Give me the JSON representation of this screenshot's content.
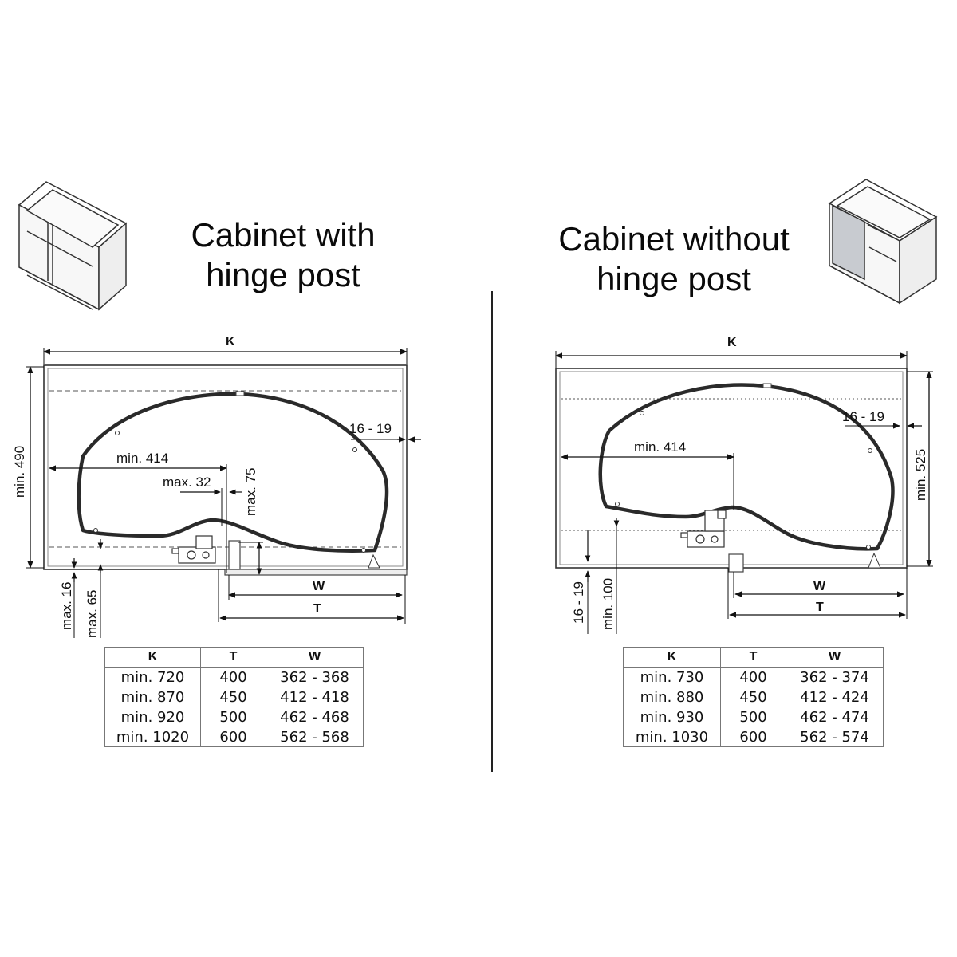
{
  "left": {
    "title_line1": "Cabinet with",
    "title_line2": "hinge post",
    "labels": {
      "K": "K",
      "min_490": "min. 490",
      "dim_16_19": "16 - 19",
      "min_414": "min. 414",
      "max_32": "max. 32",
      "max_75": "max. 75",
      "max_16": "max. 16",
      "max_65": "max. 65",
      "W": "W",
      "T": "T"
    },
    "table": {
      "headers": [
        "K",
        "T",
        "W"
      ],
      "rows": [
        [
          "min. 720",
          "400",
          "362 - 368"
        ],
        [
          "min. 870",
          "450",
          "412 - 418"
        ],
        [
          "min. 920",
          "500",
          "462 - 468"
        ],
        [
          "min. 1020",
          "600",
          "562 - 568"
        ]
      ]
    }
  },
  "right": {
    "title_line1": "Cabinet without",
    "title_line2": "hinge post",
    "labels": {
      "K": "K",
      "min_525": "min. 525",
      "dim_16_19": "16 - 19",
      "min_414": "min. 414",
      "side_16_19": "16 - 19",
      "min_100": "min. 100",
      "W": "W",
      "T": "T"
    },
    "table": {
      "headers": [
        "K",
        "T",
        "W"
      ],
      "rows": [
        [
          "min. 730",
          "400",
          "362 - 374"
        ],
        [
          "min. 880",
          "450",
          "412 - 424"
        ],
        [
          "min. 930",
          "500",
          "462 - 474"
        ],
        [
          "min. 1030",
          "600",
          "562 - 574"
        ]
      ]
    }
  }
}
